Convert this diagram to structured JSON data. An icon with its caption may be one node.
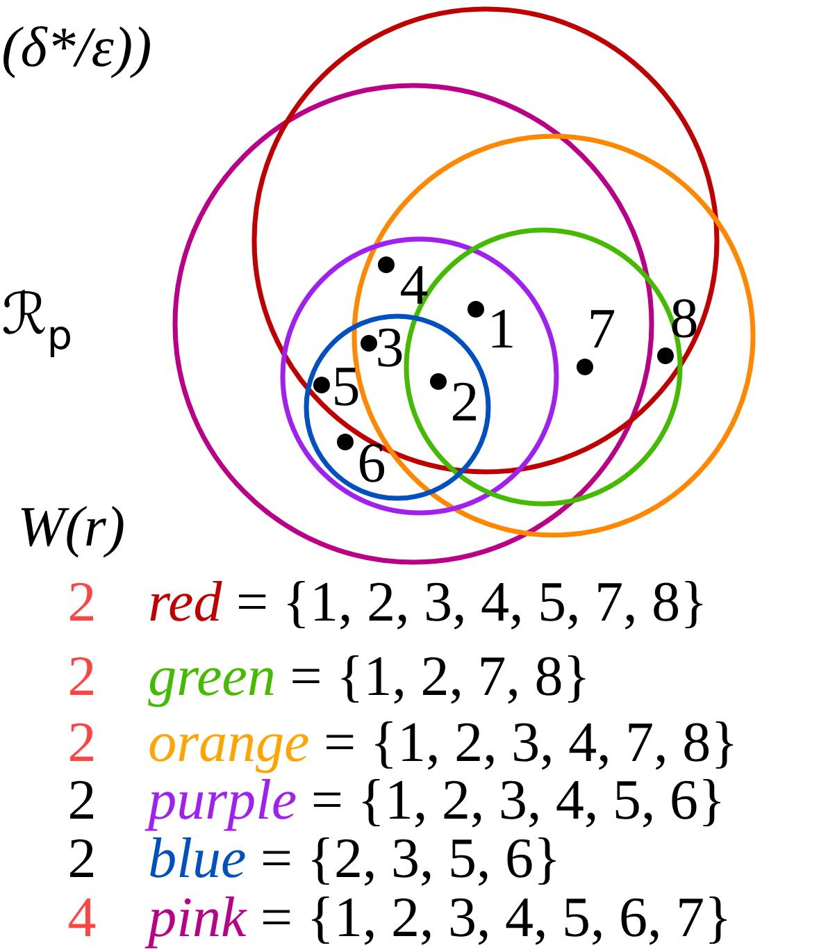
{
  "diagram": {
    "labels": [
      "(δ*/ε))",
      "4",
      "1",
      "ℛ$_{p}$",
      "7",
      "8",
      "3",
      "5",
      "2",
      "6",
      "W(r)",
      "2",
      "red",
      "= {1, 2, 3, 4, 5, 7, 8}",
      "2",
      "green",
      "= {1, 2, 7, 8}",
      "2",
      "orange",
      "= {1, 2, 3, 4, 7, 8}",
      "2",
      "purple",
      "= {1, 2, 3, 4, 5, 6}",
      "2",
      "blue",
      "= {2, 3, 5, 6}",
      "4",
      "pink",
      "= {1, 2, 3, 4, 5, 6, 7}"
    ]
  }
}
